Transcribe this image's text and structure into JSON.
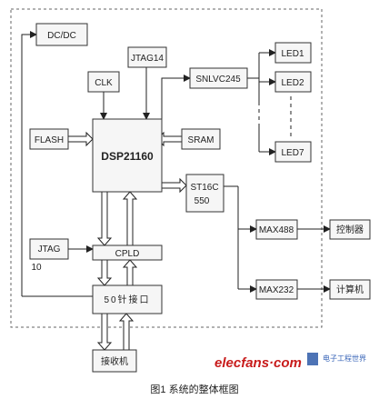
{
  "diagram": {
    "caption": "图1 系统的整体框图",
    "blocks": {
      "dcdc": "DC/DC",
      "jtag14": "JTAG14",
      "clk": "CLK",
      "snlvc245": "SNLVC245",
      "led1": "LED1",
      "led2": "LED2",
      "led7": "LED7",
      "flash": "FLASH",
      "dsp": "DSP21160",
      "sram": "SRAM",
      "st16c_line1": "ST16C",
      "st16c_line2": "550",
      "max488": "MAX488",
      "max232": "MAX232",
      "controller": "控制器",
      "computer": "计算机",
      "jtag10_line1": "JTAG",
      "jtag10_line2": "10",
      "cpld": "CPLD",
      "connector50": "50针接口",
      "receiver": "接收机"
    }
  },
  "watermark": {
    "text": "elecfans·com",
    "logo_text": "电子工程世界"
  }
}
